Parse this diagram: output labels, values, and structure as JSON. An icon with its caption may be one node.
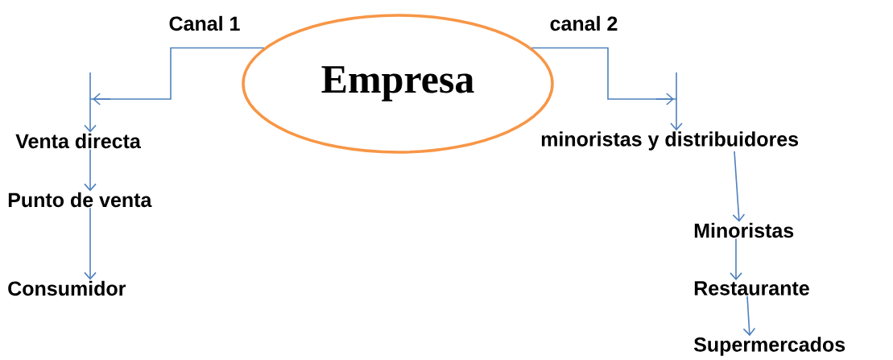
{
  "diagram": {
    "nodes": [
      {
        "text": [
          "Empresa"
        ]
      },
      {
        "text": [
          "Venta directa"
        ]
      },
      {
        "text": [
          "Punto de venta"
        ]
      },
      {
        "text": [
          "Consumidor"
        ]
      },
      {
        "text": [
          "minoristas y distribuidores"
        ]
      },
      {
        "text": [
          "Minoristas"
        ]
      },
      {
        "text": [
          "Restaurante"
        ]
      },
      {
        "text": [
          "Supermercados"
        ]
      }
    ],
    "edges": [
      {
        "from": 0,
        "to": 1,
        "arrow": "to",
        "label": "Canal 1"
      },
      {
        "from": 1,
        "to": 2,
        "arrow": "to"
      },
      {
        "from": 2,
        "to": 3,
        "arrow": "to"
      },
      {
        "from": 0,
        "to": 4,
        "arrow": "to",
        "label": "canal 2"
      },
      {
        "from": 4,
        "to": 5,
        "arrow": "to"
      },
      {
        "from": 5,
        "to": 6,
        "arrow": "to"
      },
      {
        "from": 6,
        "to": 7,
        "arrow": "to"
      }
    ]
  }
}
